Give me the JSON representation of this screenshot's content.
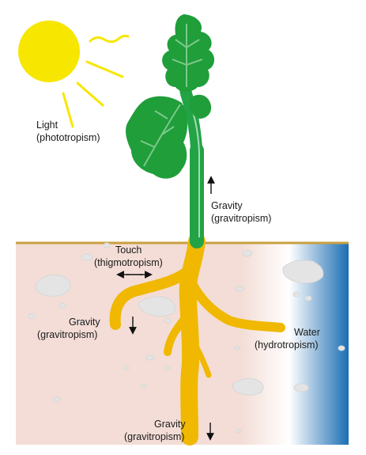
{
  "labels": {
    "light": {
      "line1": "Light",
      "line2": "(phototropism)"
    },
    "gravity_shoot": {
      "line1": "Gravity",
      "line2": "(gravitropism)"
    },
    "touch": {
      "line1": "Touch",
      "line2": "(thigmotropism)"
    },
    "gravity_root_left": {
      "line1": "Gravity",
      "line2": "(gravitropism)"
    },
    "water": {
      "line1": "Water",
      "line2": "(hydrotropism)"
    },
    "gravity_bottom": {
      "line1": "Gravity",
      "line2": "(gravitropism)"
    }
  },
  "colors": {
    "sun": "#f7e600",
    "leaf": "#1f9e3a",
    "leaf_vein": "#7cc98a",
    "stem": "#22a345",
    "root": "#f0b800",
    "soil": "#f3ddd6",
    "soil_line": "#c9a040",
    "water": "#1b6eb3",
    "pebble": "#e2e2e2"
  }
}
